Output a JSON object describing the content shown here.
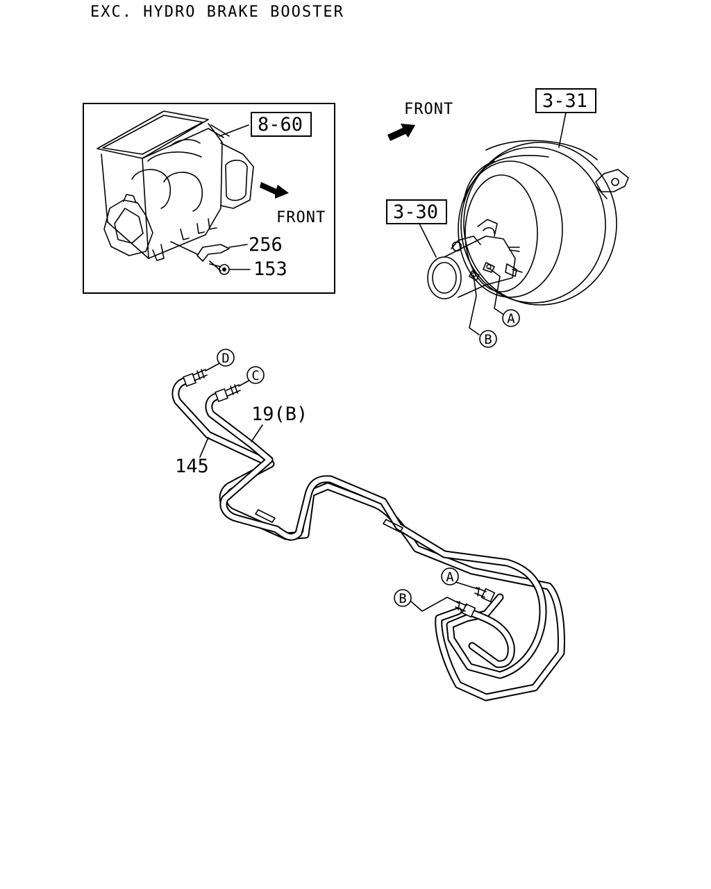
{
  "title": "EXC. HYDRO BRAKE BOOSTER",
  "inset": {
    "ref_box": "8-60",
    "front_label": "FRONT",
    "parts": {
      "bracket": "256",
      "bolt": "153"
    }
  },
  "booster": {
    "booster_ref": "3-31",
    "master_cylinder_ref": "3-30",
    "front_label": "FRONT",
    "port_a": "A",
    "port_b": "B"
  },
  "pipes": {
    "pipe_145": "145",
    "pipe_19": "19(B)",
    "end_d": "D",
    "end_c": "C",
    "end_a": "A",
    "end_b": "B"
  }
}
